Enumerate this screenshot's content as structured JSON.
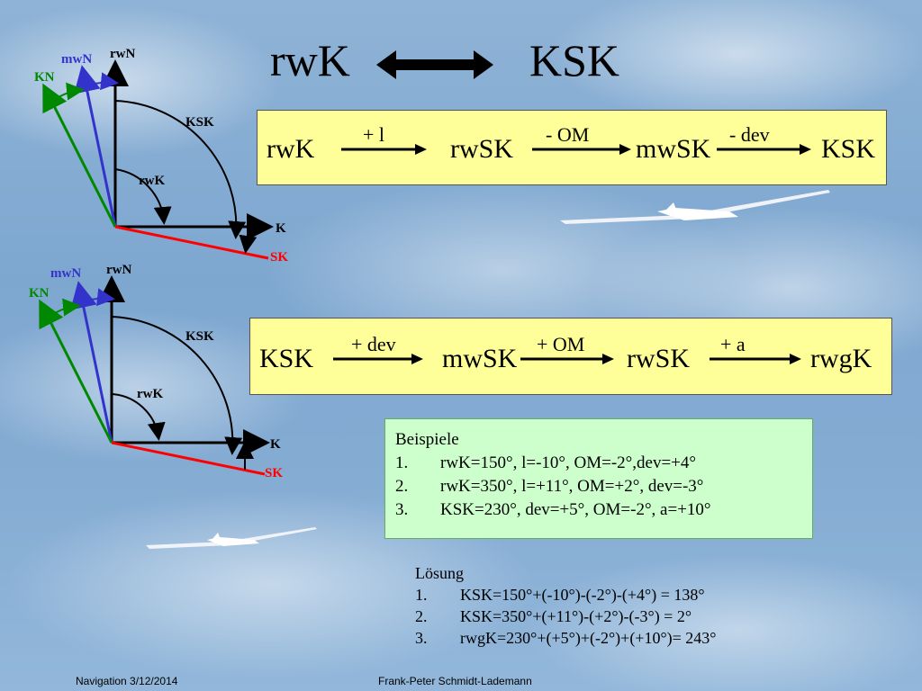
{
  "title": {
    "left": "rwK",
    "right": "KSK"
  },
  "chain1": {
    "terms": [
      "rwK",
      "rwSK",
      "mwSK",
      "KSK"
    ],
    "ops": [
      "+ l",
      "- OM",
      "- dev"
    ]
  },
  "chain2": {
    "terms": [
      "KSK",
      "mwSK",
      "rwSK",
      "rwgK"
    ],
    "ops": [
      "+ dev",
      "+ OM",
      "+ a"
    ]
  },
  "diagram1": {
    "labels": {
      "rwN": "rwN",
      "mwN": "mwN",
      "KN": "KN",
      "KSK": "KSK",
      "rwK": "rwK",
      "K": "K",
      "SK": "SK"
    }
  },
  "diagram2": {
    "labels": {
      "rwN": "rwN",
      "mwN": "mwN",
      "KN": "KN",
      "KSK": "KSK",
      "rwK": "rwK",
      "K": "K",
      "SK": "SK"
    }
  },
  "examples": {
    "heading": "Beispiele",
    "items": [
      {
        "num": "1.",
        "text": "rwK=150°, l=-10°, OM=-2°,dev=+4°"
      },
      {
        "num": "2.",
        "text": "rwK=350°, l=+11°, OM=+2°, dev=-3°"
      },
      {
        "num": "3.",
        "text": "KSK=230°, dev=+5°, OM=-2°, a=+10°"
      }
    ]
  },
  "solution": {
    "heading": "Lösung",
    "items": [
      {
        "num": "1.",
        "text": "KSK=150°+(-10°)-(-2°)-(+4°) = 138°"
      },
      {
        "num": "2.",
        "text": "KSK=350°+(+11°)-(+2°)-(-3°) = 2°"
      },
      {
        "num": "3.",
        "text": "rwgK=230°+(+5°)+(-2°)+(+10°)= 243°"
      }
    ]
  },
  "footer": {
    "left": "Navigation 3/12/2014",
    "right": "Frank-Peter Schmidt-Lademann"
  },
  "colors": {
    "box_yellow": "#ffff99",
    "box_green": "#ccffcc",
    "red": "#ff0000",
    "blue": "#3333cc",
    "green": "#008800"
  },
  "icons": [
    "double-arrow-icon",
    "glider-icon"
  ]
}
